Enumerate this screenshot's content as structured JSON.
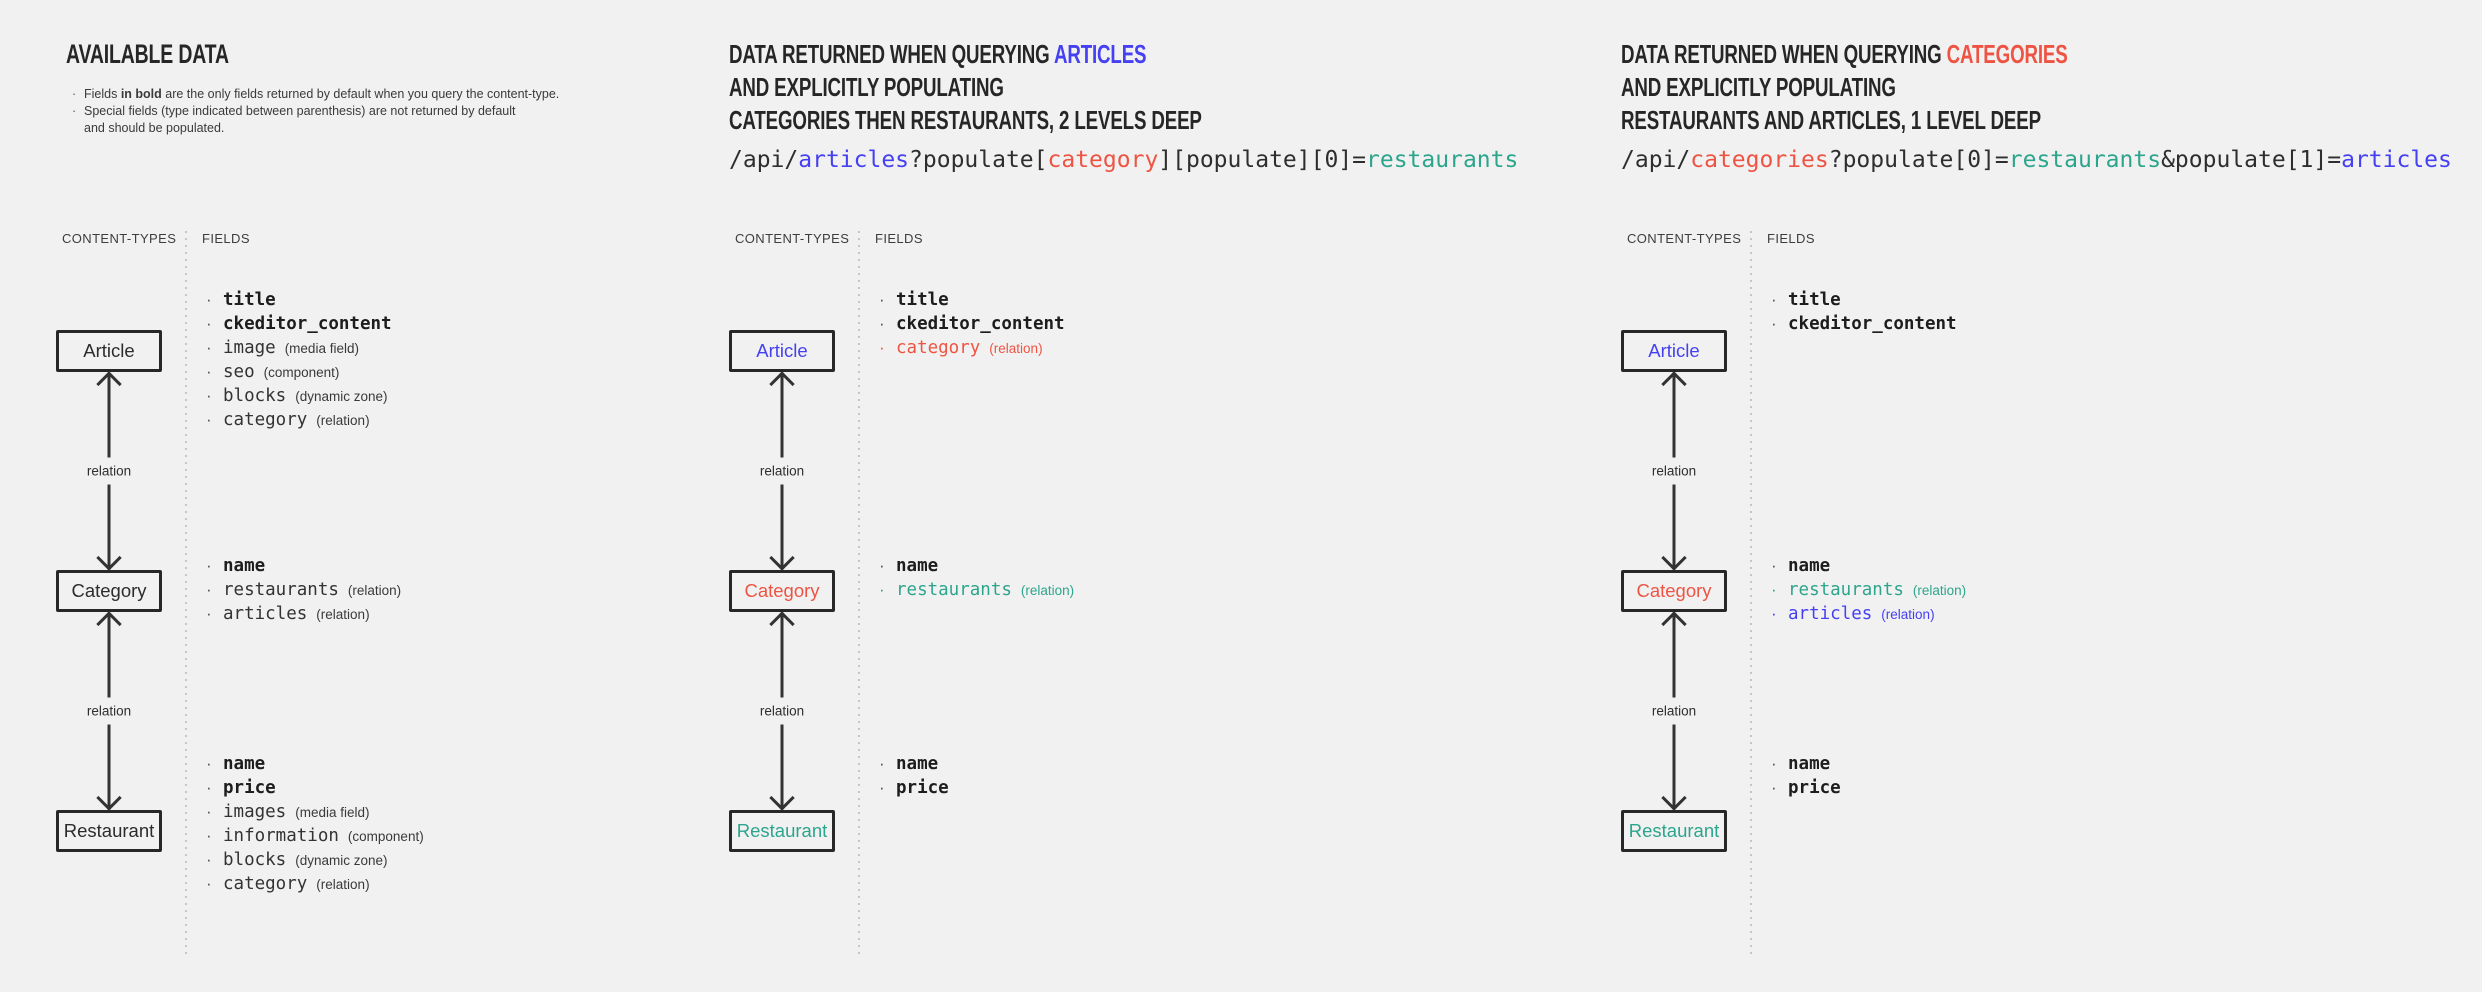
{
  "colors": {
    "blue": "#4540f2",
    "red": "#ee5443",
    "teal": "#2ca58d",
    "ink": "#262626",
    "muted": "#3a3a3a",
    "background": "#f2f1f1"
  },
  "labels": {
    "content_types": "CONTENT-TYPES",
    "fields": "FIELDS",
    "relation": "relation"
  },
  "panels": [
    {
      "title": [
        [
          {
            "t": "AVAILABLE DATA"
          }
        ]
      ],
      "notes": [
        [
          {
            "t": "Fields "
          },
          {
            "t": "in bold",
            "b": true
          },
          {
            "t": " are the only fields returned by default when you query the content-type."
          }
        ],
        [
          {
            "t": "Special fields (type indicated between parenthesis) are not returned by default\nand should be populated."
          }
        ]
      ],
      "nodes": [
        {
          "name": "Article",
          "fields": [
            {
              "name": "title",
              "bold": true
            },
            {
              "name": "ckeditor_content",
              "bold": true
            },
            {
              "name": "image",
              "ann": "(media field)"
            },
            {
              "name": "seo",
              "ann": "(component)"
            },
            {
              "name": "blocks",
              "ann": "(dynamic zone)"
            },
            {
              "name": "category",
              "ann": "(relation)"
            }
          ]
        },
        {
          "name": "Category",
          "fields": [
            {
              "name": "name",
              "bold": true
            },
            {
              "name": "restaurants",
              "ann": "(relation)"
            },
            {
              "name": "articles",
              "ann": "(relation)"
            }
          ]
        },
        {
          "name": "Restaurant",
          "fields": [
            {
              "name": "name",
              "bold": true
            },
            {
              "name": "price",
              "bold": true
            },
            {
              "name": "images",
              "ann": "(media field)"
            },
            {
              "name": "information",
              "ann": "(component)"
            },
            {
              "name": "blocks",
              "ann": "(dynamic zone)"
            },
            {
              "name": "category",
              "ann": "(relation)"
            }
          ]
        }
      ]
    },
    {
      "title": [
        [
          {
            "t": "DATA RETURNED WHEN QUERYING "
          },
          {
            "t": "ARTICLES",
            "c": "blue"
          }
        ],
        [
          {
            "t": "AND EXPLICITLY POPULATING"
          }
        ],
        [
          {
            "t": "CATEGORIES THEN RESTAURANTS, 2 LEVELS DEEP"
          }
        ]
      ],
      "api": [
        {
          "t": "/api/"
        },
        {
          "t": "articles",
          "c": "blue"
        },
        {
          "t": "?populate["
        },
        {
          "t": "category",
          "c": "red"
        },
        {
          "t": "][populate][0]="
        },
        {
          "t": "restaurants",
          "c": "teal"
        }
      ],
      "nodes": [
        {
          "name": "Article",
          "c": "blue",
          "fields": [
            {
              "name": "title",
              "bold": true
            },
            {
              "name": "ckeditor_content",
              "bold": true
            },
            {
              "name": "category",
              "c": "red",
              "ann": "(relation)"
            }
          ]
        },
        {
          "name": "Category",
          "c": "red",
          "fields": [
            {
              "name": "name",
              "bold": true
            },
            {
              "name": "restaurants",
              "c": "teal",
              "ann": "(relation)"
            }
          ]
        },
        {
          "name": "Restaurant",
          "c": "teal",
          "fields": [
            {
              "name": "name",
              "bold": true
            },
            {
              "name": "price",
              "bold": true
            }
          ]
        }
      ]
    },
    {
      "title": [
        [
          {
            "t": "DATA RETURNED WHEN QUERYING "
          },
          {
            "t": "CATEGORIES",
            "c": "red"
          }
        ],
        [
          {
            "t": "AND EXPLICITLY POPULATING"
          }
        ],
        [
          {
            "t": "RESTAURANTS AND ARTICLES, 1 LEVEL DEEP"
          }
        ]
      ],
      "api": [
        {
          "t": "/api/"
        },
        {
          "t": "categories",
          "c": "red"
        },
        {
          "t": "?populate[0]="
        },
        {
          "t": "restaurants",
          "c": "teal"
        },
        {
          "t": "&populate[1]="
        },
        {
          "t": "articles",
          "c": "blue"
        }
      ],
      "nodes": [
        {
          "name": "Article",
          "c": "blue",
          "fields": [
            {
              "name": "title",
              "bold": true
            },
            {
              "name": "ckeditor_content",
              "bold": true
            }
          ]
        },
        {
          "name": "Category",
          "c": "red",
          "fields": [
            {
              "name": "name",
              "bold": true
            },
            {
              "name": "restaurants",
              "c": "teal",
              "ann": "(relation)"
            },
            {
              "name": "articles",
              "c": "blue",
              "ann": "(relation)"
            }
          ]
        },
        {
          "name": "Restaurant",
          "c": "teal",
          "fields": [
            {
              "name": "name",
              "bold": true
            },
            {
              "name": "price",
              "bold": true
            }
          ]
        }
      ]
    }
  ]
}
